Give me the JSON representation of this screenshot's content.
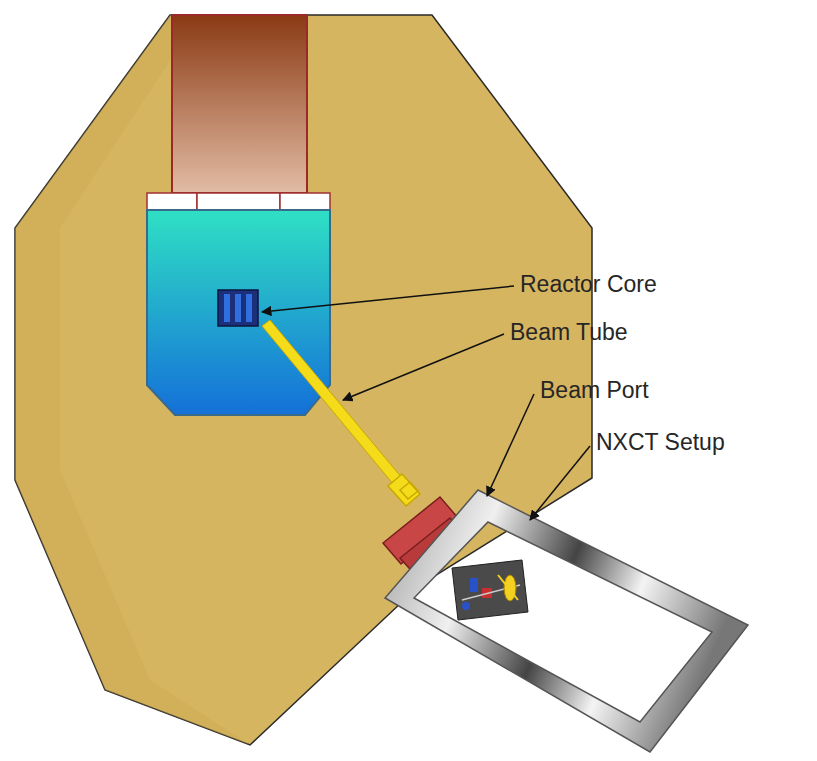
{
  "diagram": {
    "labels": [
      "Reactor Core",
      "Beam Tube",
      "Beam Port",
      "NXCT Setup"
    ]
  }
}
